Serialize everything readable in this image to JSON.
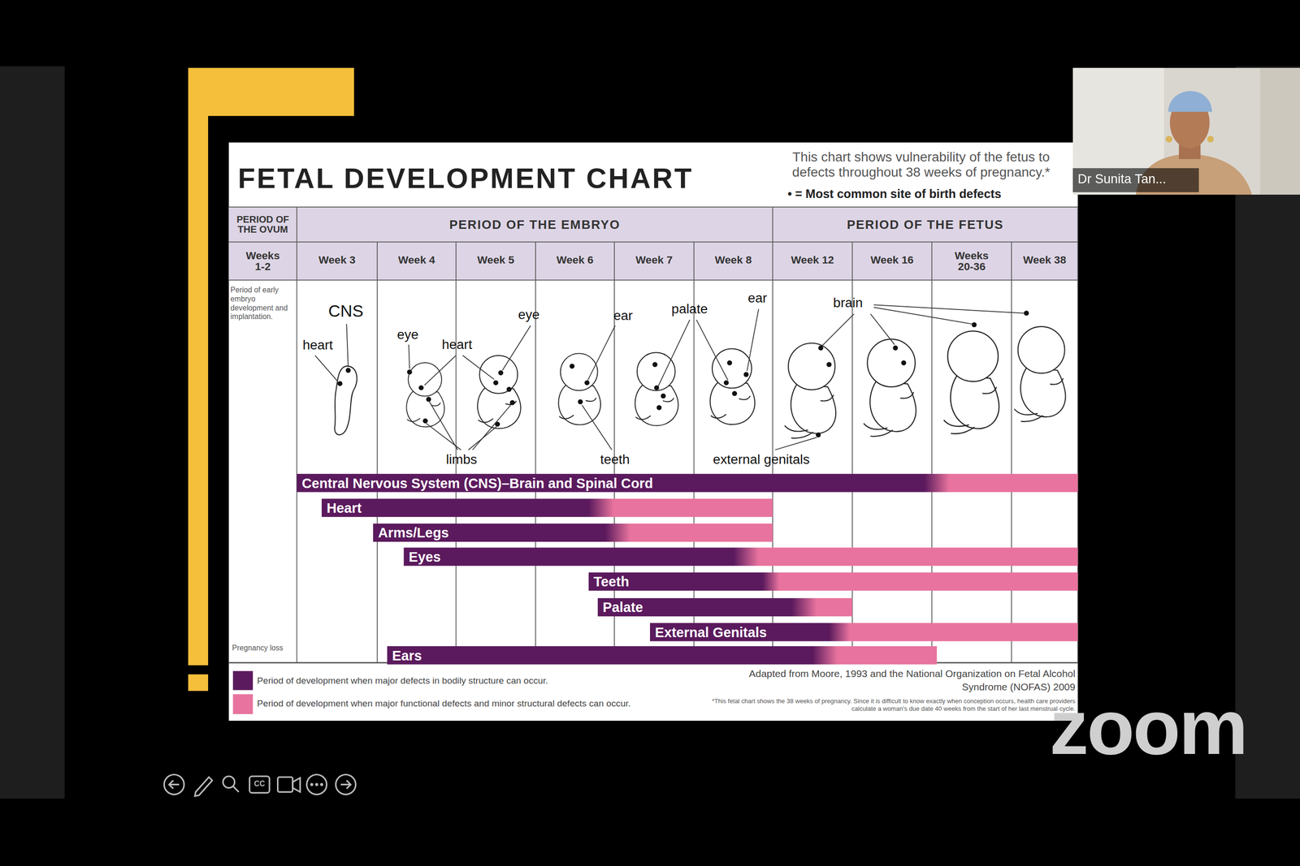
{
  "diagram": {
    "title": "FETAL DEVELOPMENT CHART",
    "nodes": [
      {
        "text": [
          "Central Nervous System (CNS)–Brain and Spinal Cord"
        ]
      },
      {
        "text": [
          "Heart"
        ]
      },
      {
        "text": [
          "Arms/Legs"
        ]
      },
      {
        "text": [
          "Eyes"
        ]
      },
      {
        "text": [
          "Teeth"
        ]
      },
      {
        "text": [
          "Palate"
        ]
      },
      {
        "text": [
          "External Genitals"
        ]
      },
      {
        "text": [
          "Ears"
        ]
      }
    ],
    "labels": [
      "This chart shows vulnerability of the fetus to defects throughout 38 weeks of pregnancy.*",
      "• = Most common site of birth defects",
      "PERIOD OF THE OVUM",
      "PERIOD OF THE EMBRYO",
      "PERIOD OF THE FETUS",
      "Weeks 1-2",
      "Week 3",
      "Week 4",
      "Week 5",
      "Week 6",
      "Week 7",
      "Week 8",
      "Week 12",
      "Week 16",
      "Weeks 20-36",
      "Week 38",
      "Period of early embryo development and implantation.",
      "CNS",
      "heart",
      "eye",
      "heart",
      "eye",
      "ear",
      "palate",
      "ear",
      "brain",
      "limbs",
      "teeth",
      "external genitals",
      "Pregnancy loss",
      "Adapted from Moore, 1993 and the National Organization on Fetal Alcohol Syndrome (NOFAS) 2009",
      "*This fetal chart shows the 38 weeks of pregnancy. Since it is difficult to know exactly when conception occurs, health care providers calculate a woman's due date 40 weeks from the start of her last menstrual cycle.",
      "Dr Sunita Tan...",
      "CC",
      "zoom"
    ],
    "legend": [
      {
        "text": "Period of development when major defects in bodily structure can occur.",
        "color": "#5b1a5d"
      },
      {
        "text": "Period of development when major functional defects and minor structural defects can occur.",
        "color": "#e8739e"
      }
    ]
  }
}
